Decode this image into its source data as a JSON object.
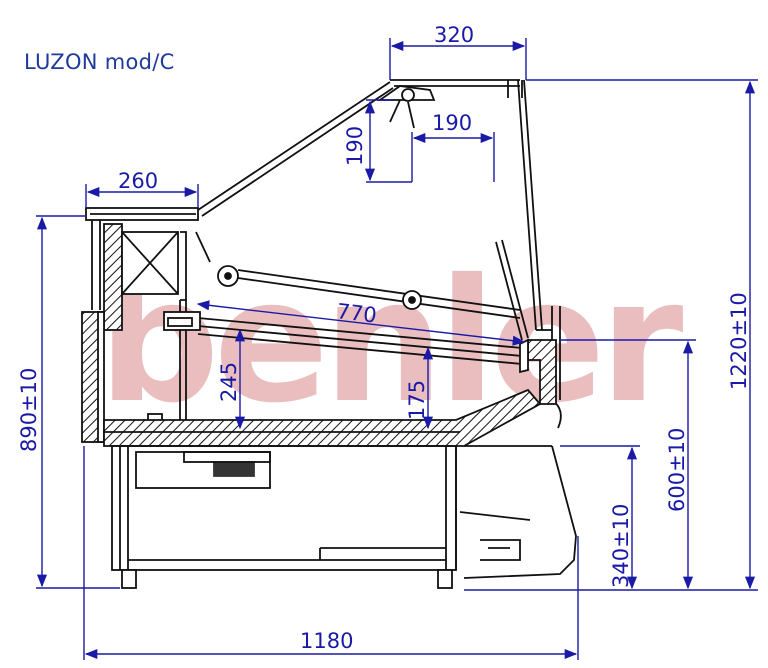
{
  "title": "LUZON mod/C",
  "watermark": "benler",
  "colors": {
    "dimension": "#1a1aa6",
    "drawing": "#111111",
    "watermark_red": "#d98a8a",
    "watermark_gray": "#b7b7b7",
    "title": "#1f3a9a"
  },
  "dimensions": {
    "top_width": "320",
    "canopy_height": "190",
    "canopy_width": "190",
    "shelf_width": "260",
    "display_depth": "770",
    "left_height": "890±10",
    "inner_height_1": "245",
    "inner_height_2": "175",
    "total_height": "1220±10",
    "front_height": "600±10",
    "base_height": "340±10",
    "total_width": "1180"
  }
}
